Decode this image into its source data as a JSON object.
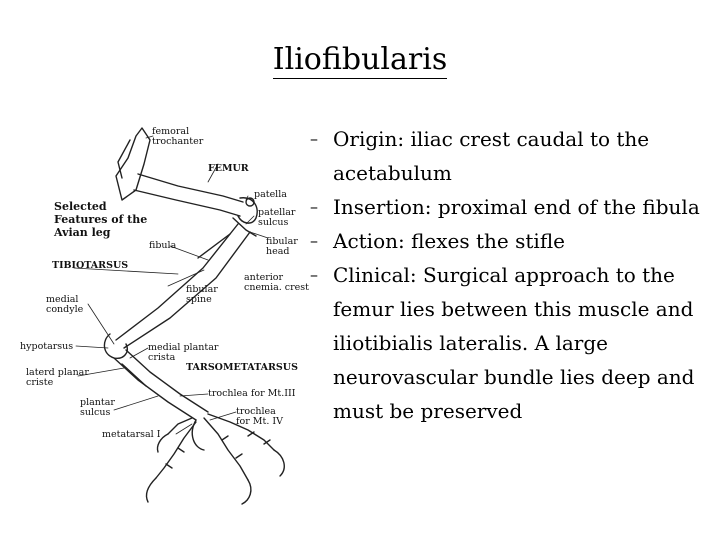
{
  "slide": {
    "title": "Iliofibularis",
    "bullets": [
      {
        "marker": "–",
        "text": "Origin: iliac crest caudal to the acetabulum"
      },
      {
        "marker": "–",
        "text": "Insertion: proximal end of the fibula"
      },
      {
        "marker": "–",
        "text": "Action: flexes the stifle"
      },
      {
        "marker": "–",
        "text": "Clinical: Surgical approach to the femur lies between this muscle and iliotibialis lateralis. A large neurovascular bundle lies deep and must be preserved"
      }
    ]
  },
  "figure": {
    "caption": "Selected\nFeatures of the\nAvian leg",
    "labels": {
      "femoral_trochanter": "femoral\ntrochanter",
      "femur": "FEMUR",
      "patella": "patella",
      "patellar_sulcus": "patellar\nsulcus",
      "fibula": "fibula",
      "fibular_head": "fibular\nhead",
      "tibiotarsus": "TIBIOTARSUS",
      "anterior_cnemial_crest": "anterior\ncnemia. crest",
      "fibular_spine": "fibular\nspine",
      "medial_condyle": "medial\ncondyle",
      "hypotarsus": "hypotarsus",
      "medial_plantar_crista": "medial plantar\ncrista",
      "tarsometatarsus": "TARSOMETATARSUS",
      "lateral_plantar_criste": "laterd planar\ncriste",
      "trochlea_mt3": "trochlea for Mt.III",
      "plantar_sulcus": "plantar\nsulcus",
      "trochlea_mt4": "trochlea\nfor Mt. IV",
      "metatarsal_i": "metatarsal I"
    }
  }
}
